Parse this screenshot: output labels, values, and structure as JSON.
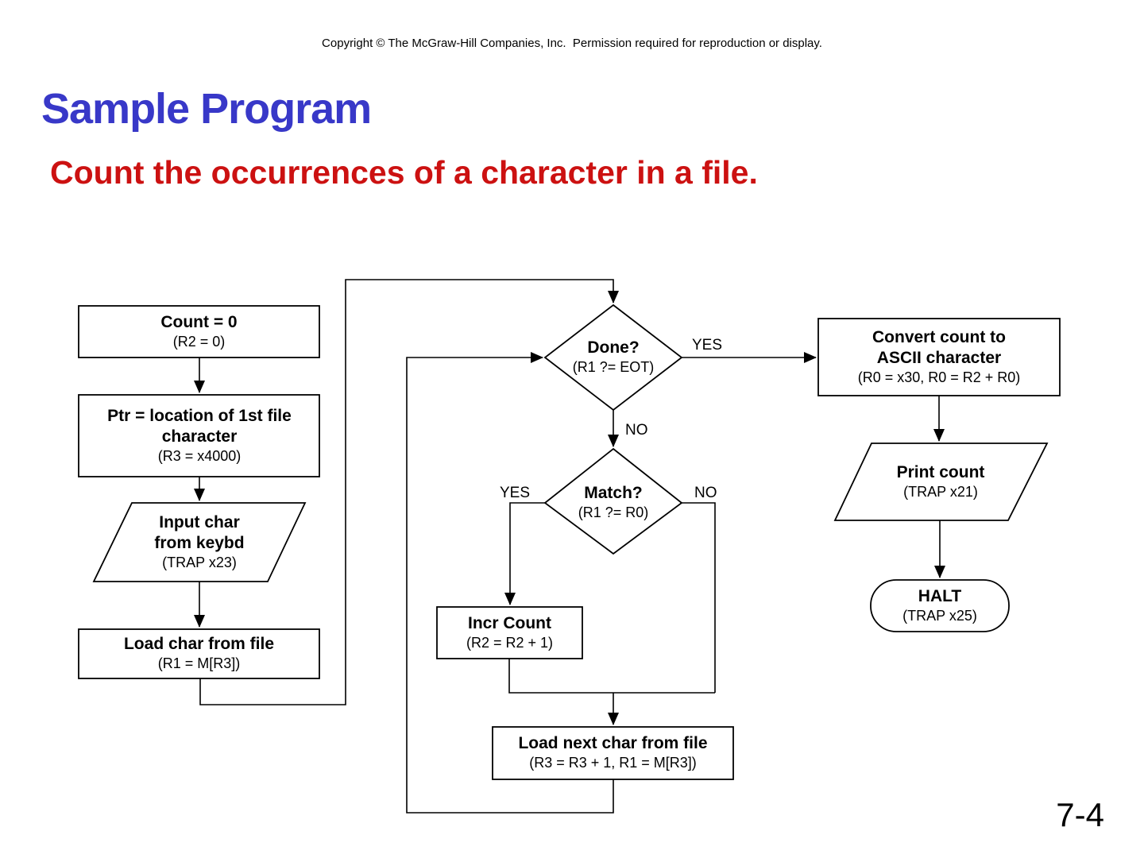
{
  "slide": {
    "copyright": "Copyright © The McGraw-Hill Companies, Inc.  Permission required for reproduction or display.",
    "title": "Sample Program",
    "subtitle": "Count the occurrences of a character in a file.",
    "page_number": "7-4"
  },
  "colors": {
    "title_blue": "#3838c8",
    "subtitle_red": "#cc1111",
    "line_black": "#000000",
    "shape_fill": "#ffffff"
  },
  "flowchart": {
    "nodes": {
      "count_init": {
        "shape": "process",
        "label": "Count = 0",
        "sub": "(R2 = 0)"
      },
      "ptr_init": {
        "shape": "process",
        "label": "Ptr = location of 1st file\ncharacter",
        "sub": "(R3 = x4000)"
      },
      "input_char": {
        "shape": "input-output",
        "label": "Input char\nfrom keybd",
        "sub": "(TRAP x23)"
      },
      "load_char": {
        "shape": "process",
        "label": "Load char from file",
        "sub": "(R1 = M[R3])"
      },
      "done": {
        "shape": "decision",
        "label": "Done?",
        "sub": "(R1 ?= EOT)"
      },
      "match": {
        "shape": "decision",
        "label": "Match?",
        "sub": "(R1 ?= R0)"
      },
      "incr_count": {
        "shape": "process",
        "label": "Incr Count",
        "sub": "(R2 = R2 + 1)"
      },
      "load_next": {
        "shape": "process",
        "label": "Load next char from file",
        "sub": "(R3 = R3 + 1, R1 = M[R3])"
      },
      "convert": {
        "shape": "process",
        "label": "Convert count to\nASCII character",
        "sub": "(R0 = x30, R0 = R2 + R0)"
      },
      "print_count": {
        "shape": "input-output",
        "label": "Print count",
        "sub": "(TRAP x21)"
      },
      "halt": {
        "shape": "terminator",
        "label": "HALT",
        "sub": "(TRAP x25)"
      }
    },
    "edge_labels": {
      "done_yes": "YES",
      "done_no": "NO",
      "match_yes": "YES",
      "match_no": "NO"
    }
  }
}
